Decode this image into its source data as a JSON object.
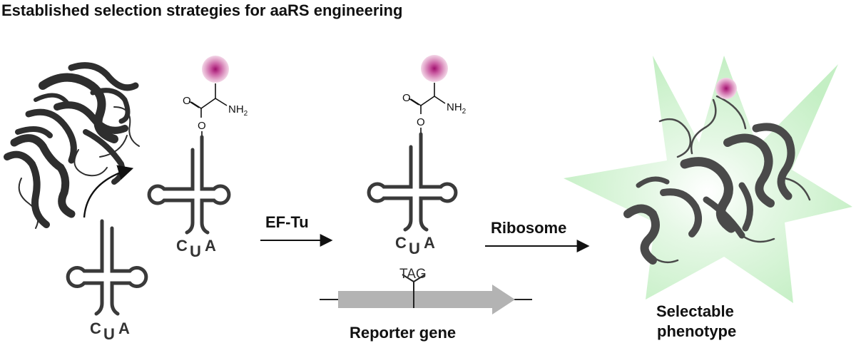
{
  "title": "Established selection strategies for aaRS engineering",
  "labels": {
    "ef_tu": "EF-Tu",
    "ribosome": "Ribosome",
    "reporter_gene": "Reporter gene",
    "selectable": "Selectable",
    "phenotype": "phenotype",
    "tag": "TAG"
  },
  "anticodon": {
    "c": "C",
    "u": "U",
    "a": "A"
  },
  "chem": {
    "oxygen": "O",
    "amine": "NH",
    "amine_sub": "2"
  },
  "colors": {
    "trna": "#3a3a3a",
    "amino_acid": "#b0207a",
    "gene_bar": "#b3b3b3",
    "glow": "#c6f0c6",
    "protein": "#4a4a4a"
  }
}
